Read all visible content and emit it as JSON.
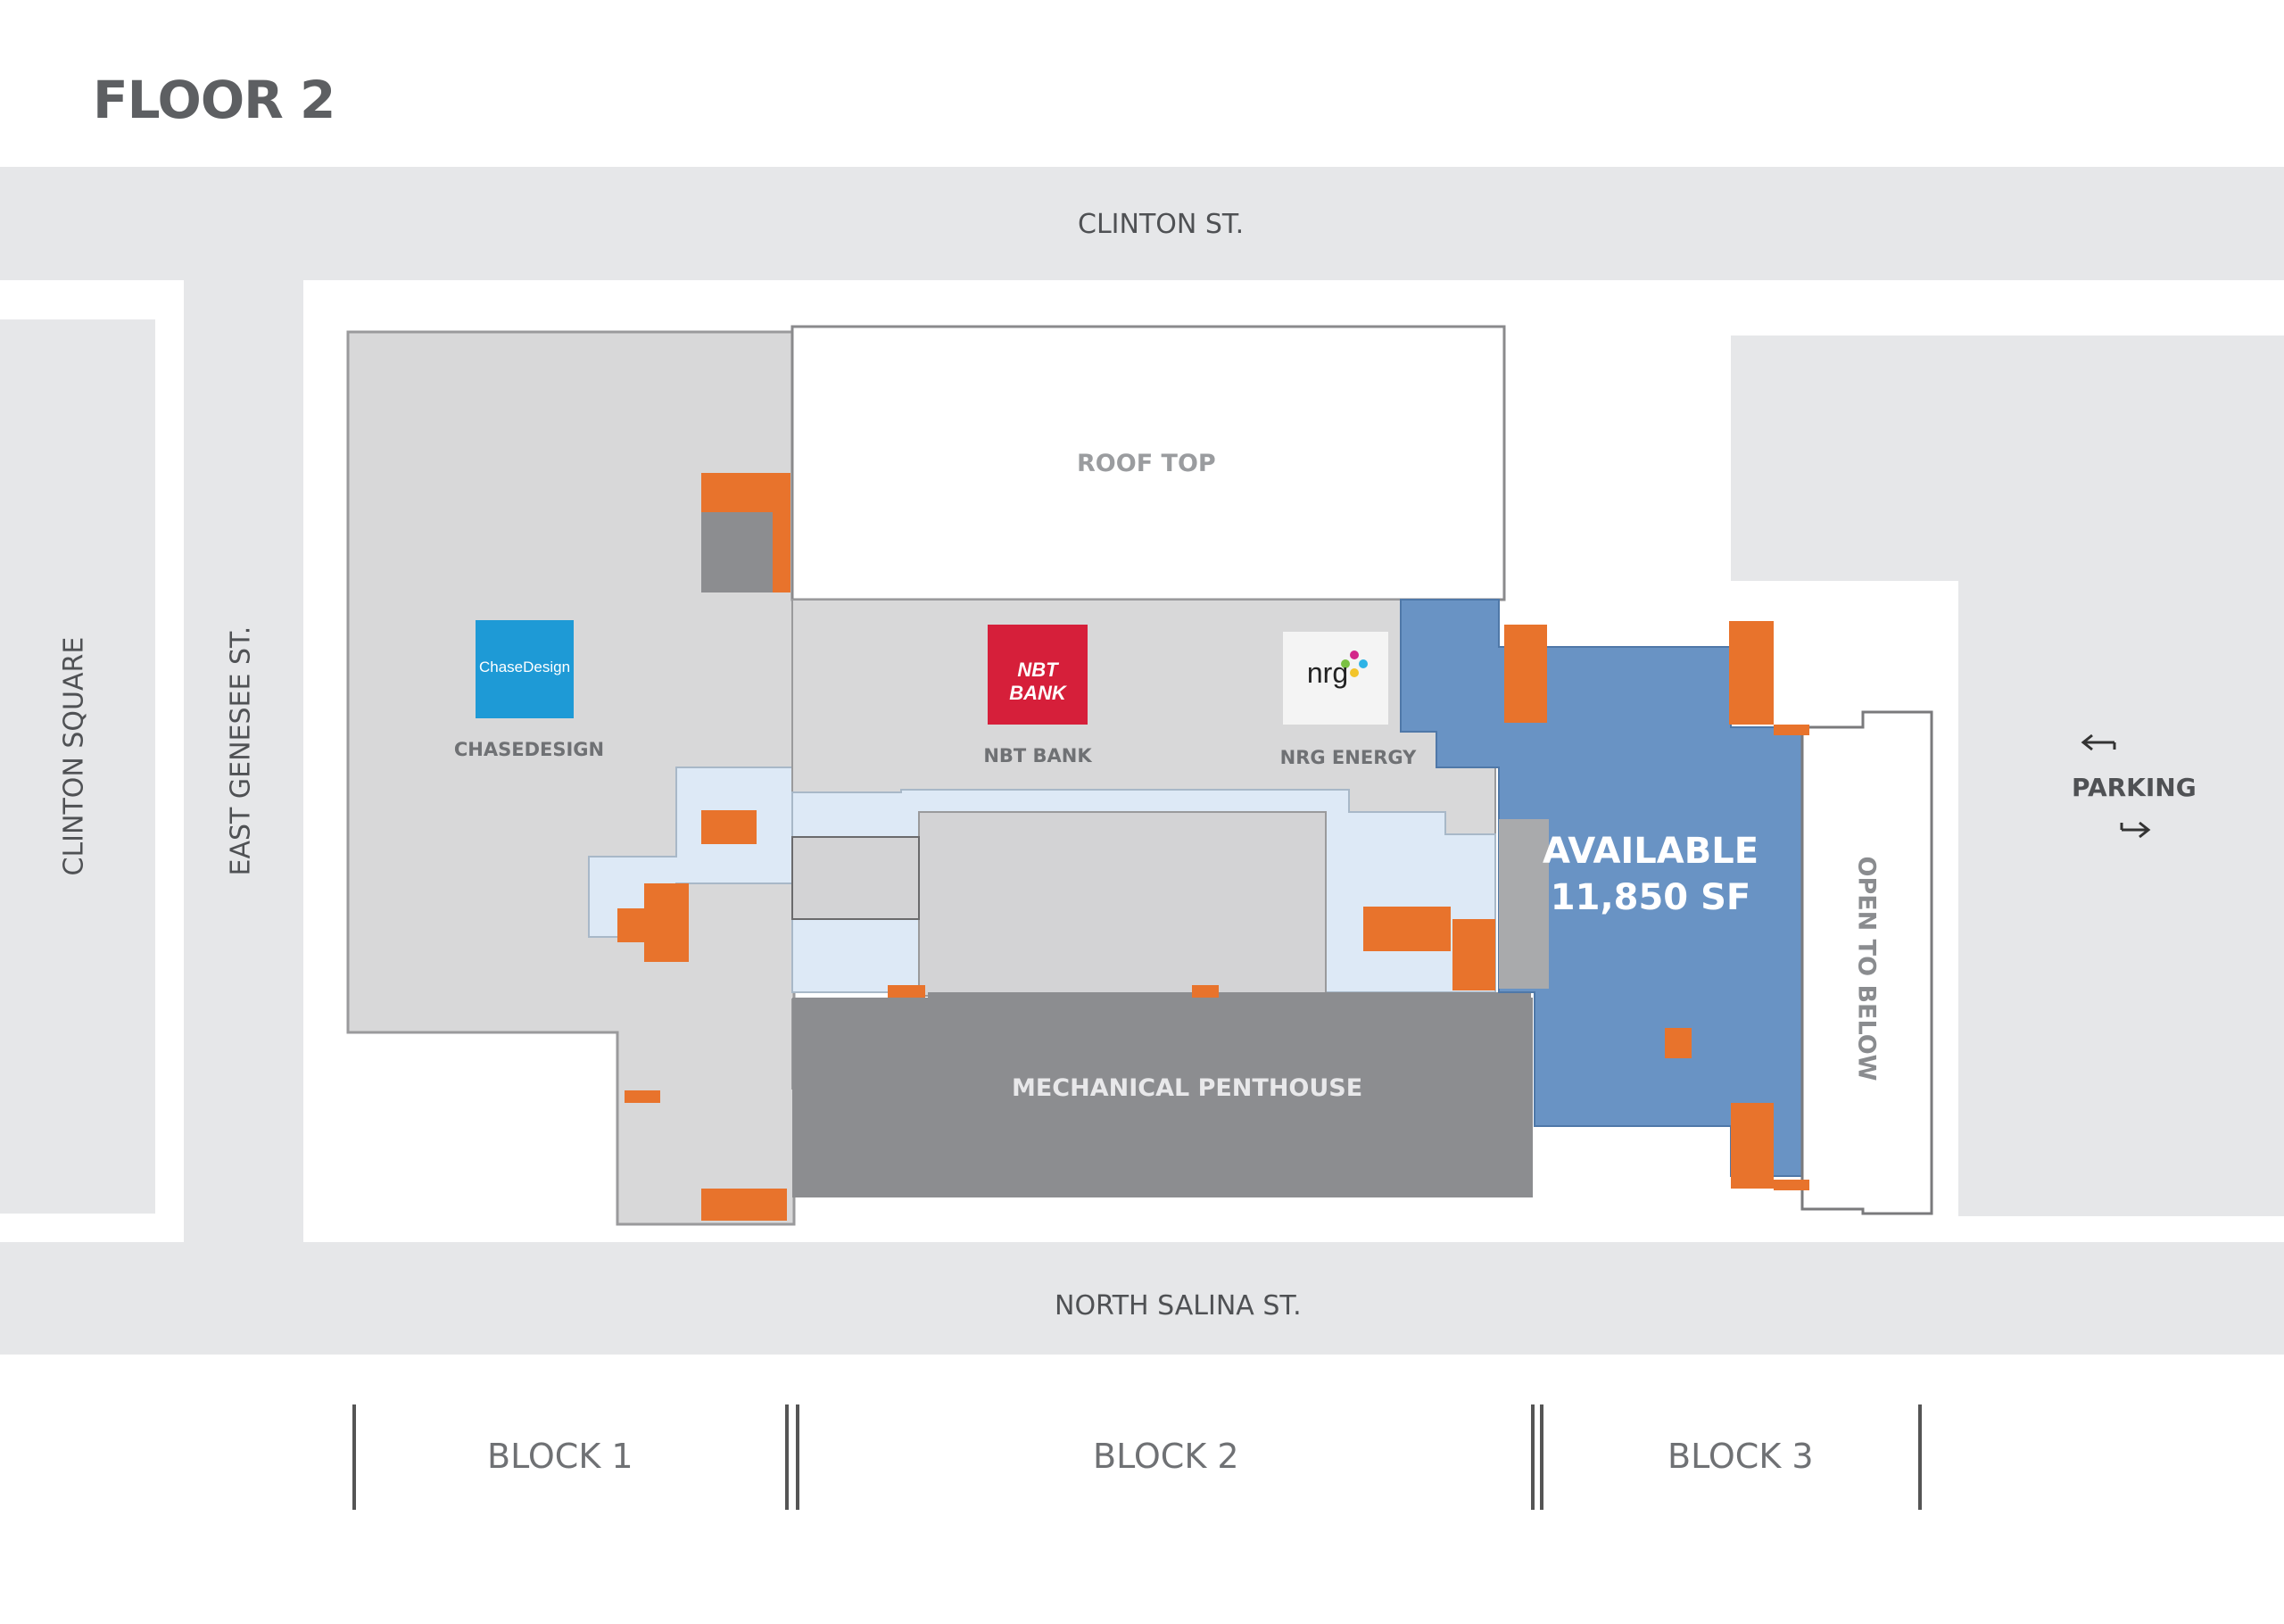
{
  "floor_title": "FLOOR 2",
  "streets": {
    "north": "CLINTON ST.",
    "south": "NORTH SALINA ST.",
    "west_outer": "CLINTON SQUARE",
    "west_inner": "EAST GENESEE ST."
  },
  "areas": {
    "roof_top": "ROOF TOP",
    "mechanical": "MECHANICAL PENTHOUSE",
    "open_to_below": "OPEN TO BELOW",
    "parking": "PARKING"
  },
  "tenants": [
    {
      "name": "CHASEDESIGN",
      "logo_text": "ChaseDesign",
      "logo_color": "#1e9ad6"
    },
    {
      "name": "NBT BANK",
      "logo_text": "NBT BANK",
      "logo_color": "#d61f3a"
    },
    {
      "name": "NRG ENERGY",
      "logo_text": "nrg",
      "logo_color": "#f4f4f4"
    }
  ],
  "available": {
    "line1": "AVAILABLE",
    "line2": "11,850 SF",
    "color": "#6993c4"
  },
  "blocks": [
    "BLOCK 1",
    "BLOCK 2",
    "BLOCK 3"
  ],
  "colors": {
    "street": "#e6e7e9",
    "occupied": "#d9d9da",
    "circulation": "#dde9f6",
    "core": "#e8732c",
    "mechanical": "#8c8d90"
  }
}
